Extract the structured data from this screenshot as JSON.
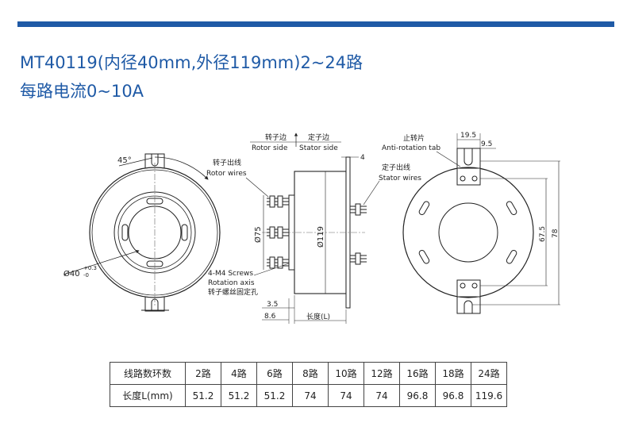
{
  "header": {
    "title": "MT40119(内径40mm,外径119mm)2~24路",
    "subtitle": "每路电流0~10A",
    "accent_color": "#1f5aa6"
  },
  "drawing": {
    "front_view": {
      "angle": "45°",
      "bore": "Ø40",
      "tol_plus": "+0.3",
      "tol_minus": "-0"
    },
    "side_view": {
      "rotor_side_cn": "转子边",
      "rotor_side_en": "Rotor side",
      "stator_side_cn": "定子边",
      "stator_side_en": "Stator side",
      "rotor_wires_cn": "转子出线",
      "rotor_wires_en": "Rotor wires",
      "stator_wires_cn": "定子出线",
      "stator_wires_en": "Stator wires",
      "dim_4": "4",
      "dim_d75": "Ø75",
      "dim_d119": "Ø119",
      "screws_1": "4-M4 Screws",
      "screws_2": "Rotation axis",
      "screws_3": "转子螺丝固定孔",
      "dim_35": "3.5",
      "dim_86": "8.6",
      "length": "长度(L)"
    },
    "rear_view": {
      "tab_cn": "止转片",
      "tab_en": "Anti-rotation tab",
      "dim_195": "19.5",
      "dim_95": "9.5",
      "dim_675": "67.5",
      "dim_78": "78"
    }
  },
  "table": {
    "row1_label": "线路数环数",
    "row2_label": "长度L(mm)",
    "circuits": [
      "2路",
      "4路",
      "6路",
      "8路",
      "10路",
      "12路",
      "16路",
      "18路",
      "24路"
    ],
    "lengths": [
      "51.2",
      "51.2",
      "51.2",
      "74",
      "74",
      "74",
      "96.8",
      "96.8",
      "119.6"
    ]
  }
}
